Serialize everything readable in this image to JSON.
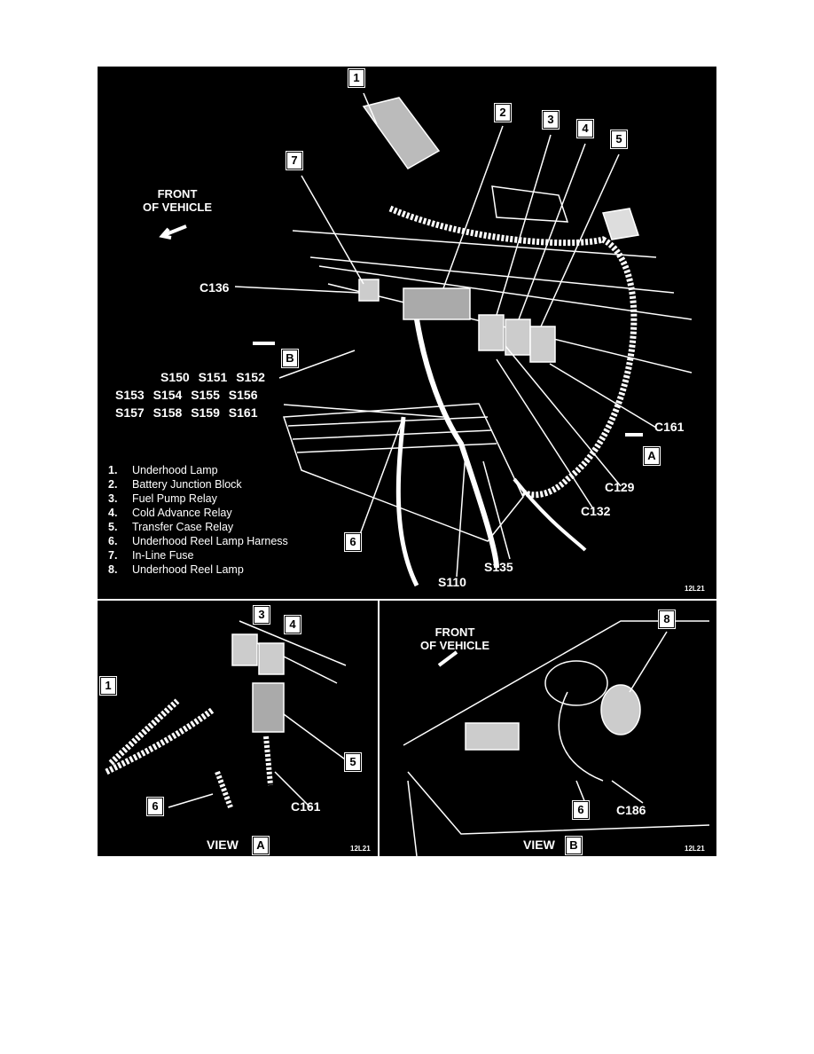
{
  "main_view": {
    "callouts": [
      "1",
      "2",
      "3",
      "4",
      "5",
      "6",
      "7"
    ],
    "front_label": [
      "FRONT",
      "OF VEHICLE"
    ],
    "view_b_marker": "B",
    "view_a_marker": "A",
    "connectors": {
      "c136": "C136",
      "c161": "C161",
      "c129": "C129",
      "c132": "C132",
      "s135": "S135",
      "s110": "S110"
    },
    "splices": [
      [
        "S150",
        "S151",
        "S152"
      ],
      [
        "S153",
        "S154",
        "S155",
        "S156"
      ],
      [
        "S157",
        "S158",
        "S159",
        "S161"
      ]
    ],
    "legend": [
      {
        "num": "1.",
        "label": "Underhood Lamp"
      },
      {
        "num": "2.",
        "label": "Battery Junction Block"
      },
      {
        "num": "3.",
        "label": "Fuel Pump Relay"
      },
      {
        "num": "4.",
        "label": "Cold Advance Relay"
      },
      {
        "num": "5.",
        "label": "Transfer Case Relay"
      },
      {
        "num": "6.",
        "label": "Underhood Reel Lamp Harness"
      },
      {
        "num": "7.",
        "label": "In-Line Fuse"
      },
      {
        "num": "8.",
        "label": "Underhood Reel Lamp"
      }
    ],
    "code": "12L21"
  },
  "view_a": {
    "callouts": [
      "3",
      "4",
      "1",
      "5",
      "6"
    ],
    "connector": "C161",
    "title": "VIEW",
    "marker": "A",
    "code": "12L21"
  },
  "view_b": {
    "front_label": [
      "FRONT",
      "OF VEHICLE"
    ],
    "callouts": [
      "8",
      "6"
    ],
    "connector": "C186",
    "title": "VIEW",
    "marker": "B",
    "code": "12L21"
  }
}
